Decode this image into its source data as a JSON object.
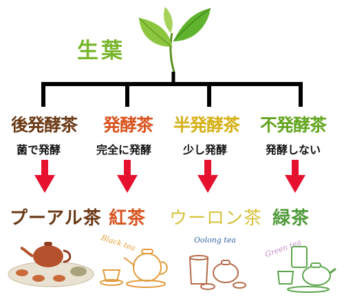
{
  "root": {
    "label": "生葉",
    "color": "#77b52a"
  },
  "categories": [
    {
      "label": "後発酵茶",
      "color": "#6b3a16",
      "desc": "菌で発酵",
      "tea": "プーアル茶",
      "tea_color": "#6b3a16",
      "tag": ""
    },
    {
      "label": "発酵茶",
      "color": "#d9531e",
      "desc": "完全に発酵",
      "tea": "紅茶",
      "tea_color": "#d9531e",
      "tag": "Black tea",
      "tag_color": "#e5a33a"
    },
    {
      "label": "半発酵茶",
      "color": "#d6b016",
      "desc": "少し発酵",
      "tea": "ウーロン茶",
      "tea_color": "#d6c23a",
      "tag": "Oolong tea",
      "tag_color": "#3a66a8"
    },
    {
      "label": "不発酵茶",
      "color": "#63a51f",
      "desc": "発酵しない",
      "tea": "緑茶",
      "tea_color": "#4f9a3a",
      "tag": "Green tea",
      "tag_color": "#c98ac7"
    }
  ],
  "colors": {
    "arrow": "#e5112f",
    "line": "#000000"
  }
}
